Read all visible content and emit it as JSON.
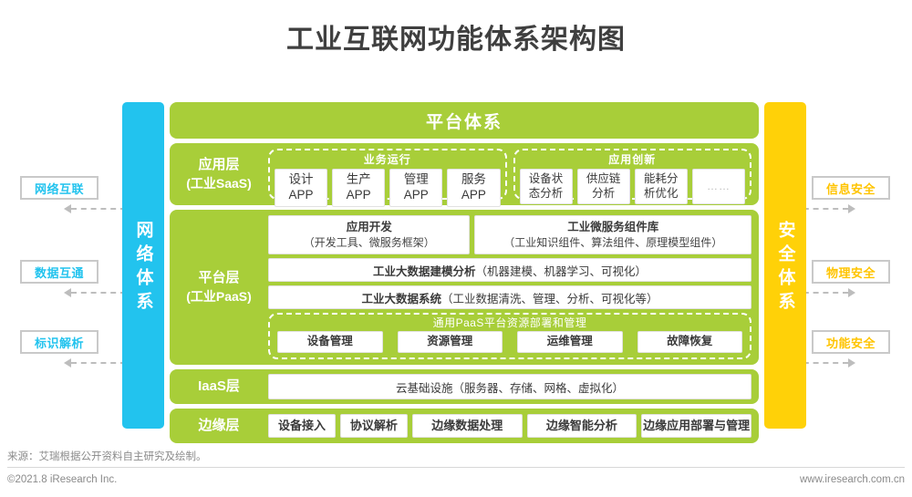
{
  "title": "工业互联网功能体系架构图",
  "left_labels": [
    {
      "text": "网络互联"
    },
    {
      "text": "数据互通"
    },
    {
      "text": "标识解析"
    }
  ],
  "right_labels": [
    {
      "text": "信息安全"
    },
    {
      "text": "物理安全"
    },
    {
      "text": "功能安全"
    }
  ],
  "left_bar": {
    "text": "网络体系"
  },
  "right_bar": {
    "text": "安全体系"
  },
  "banner": {
    "text": "平台体系"
  },
  "layers": {
    "application": {
      "label": "应用层",
      "sublabel": "(工业SaaS)",
      "groups": [
        {
          "title": "业务运行",
          "items": [
            {
              "line1": "设计",
              "line2": "APP"
            },
            {
              "line1": "生产",
              "line2": "APP"
            },
            {
              "line1": "管理",
              "line2": "APP"
            },
            {
              "line1": "服务",
              "line2": "APP"
            }
          ]
        },
        {
          "title": "应用创新",
          "items": [
            {
              "line1": "设备状",
              "line2": "态分析"
            },
            {
              "line1": "供应链",
              "line2": "分析"
            },
            {
              "line1": "能耗分",
              "line2": "析优化"
            },
            {
              "line1": "……",
              "line2": ""
            }
          ]
        }
      ]
    },
    "platform": {
      "label": "平台层",
      "sublabel": "(工业PaaS)",
      "top_cells": [
        {
          "head": "应用开发",
          "body": "（开发工具、微服务框架）"
        },
        {
          "head": "工业微服务组件库",
          "body": "（工业知识组件、算法组件、原理模型组件）"
        }
      ],
      "wide_rows": [
        {
          "head": "工业大数据建模分析",
          "body": "（机器建模、机器学习、可视化）"
        },
        {
          "head": "工业大数据系统",
          "body": "（工业数据清洗、管理、分析、可视化等）"
        }
      ],
      "paas_group": {
        "title": "通用PaaS平台资源部署和管理",
        "items": [
          "设备管理",
          "资源管理",
          "运维管理",
          "故障恢复"
        ]
      }
    },
    "iaas": {
      "label": "IaaS层",
      "content": "云基础设施（服务器、存储、网格、虚拟化）"
    },
    "edge": {
      "label": "边缘层",
      "items": [
        "设备接入",
        "协议解析",
        "边缘数据处理",
        "边缘智能分析",
        "边缘应用部署与管理"
      ]
    }
  },
  "footer": {
    "source": "来源：艾瑞根据公开资料自主研究及绘制。",
    "copyright": "©2021.8 iResearch Inc.",
    "website": "www.iresearch.com.cn"
  },
  "colors": {
    "cyan": "#22c3ee",
    "green": "#a8ce39",
    "yellow": "#ffd108",
    "chip_yellow_text": "#ffc400"
  }
}
